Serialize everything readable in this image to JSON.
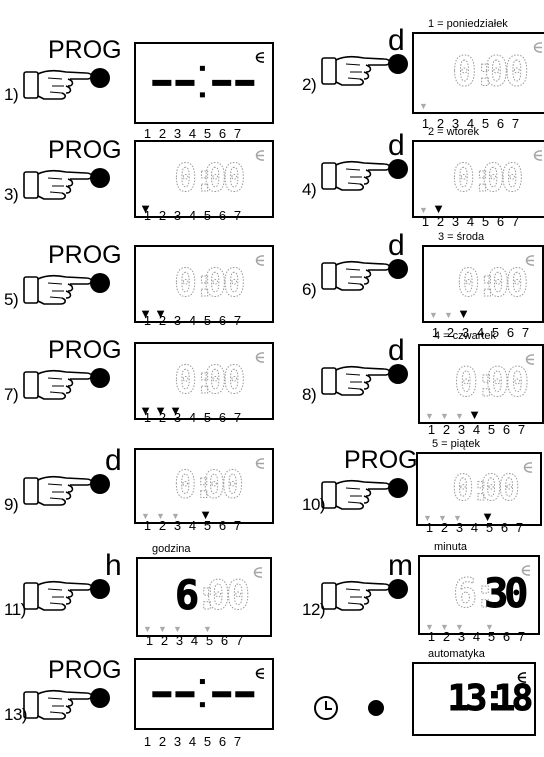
{
  "days": [
    "1",
    "2",
    "3",
    "4",
    "5",
    "6",
    "7"
  ],
  "steps": [
    {
      "num": "1)",
      "key": "PROG",
      "display": "--:--",
      "caption": ""
    },
    {
      "num": "2)",
      "key": "d",
      "display": "0:00",
      "caption": "1 = poniedziałek"
    },
    {
      "num": "3)",
      "key": "PROG",
      "display": "0:00",
      "caption": ""
    },
    {
      "num": "4)",
      "key": "d",
      "display": "0:00",
      "caption": "2 = wtorek"
    },
    {
      "num": "5)",
      "key": "PROG",
      "display": "0:00",
      "caption": ""
    },
    {
      "num": "6)",
      "key": "d",
      "display": "0:00",
      "caption": "3 = środa"
    },
    {
      "num": "7)",
      "key": "PROG",
      "display": "0:00",
      "caption": ""
    },
    {
      "num": "8)",
      "key": "d",
      "display": "0:00",
      "caption": "4 = czwartek"
    },
    {
      "num": "9)",
      "key": "d",
      "display": "0:00",
      "caption": ""
    },
    {
      "num": "10)",
      "key": "PROG",
      "display": "0:00",
      "caption": "5 = piątek"
    },
    {
      "num": "11)",
      "key": "h",
      "display": "6:00",
      "caption": "godzina"
    },
    {
      "num": "12)",
      "key": "m",
      "display": "6:30",
      "caption": "minuta"
    },
    {
      "num": "13)",
      "key": "PROG",
      "display": "--:--",
      "caption": ""
    },
    {
      "num": "",
      "key": "",
      "display": "13:18",
      "caption": "automatyka"
    }
  ]
}
